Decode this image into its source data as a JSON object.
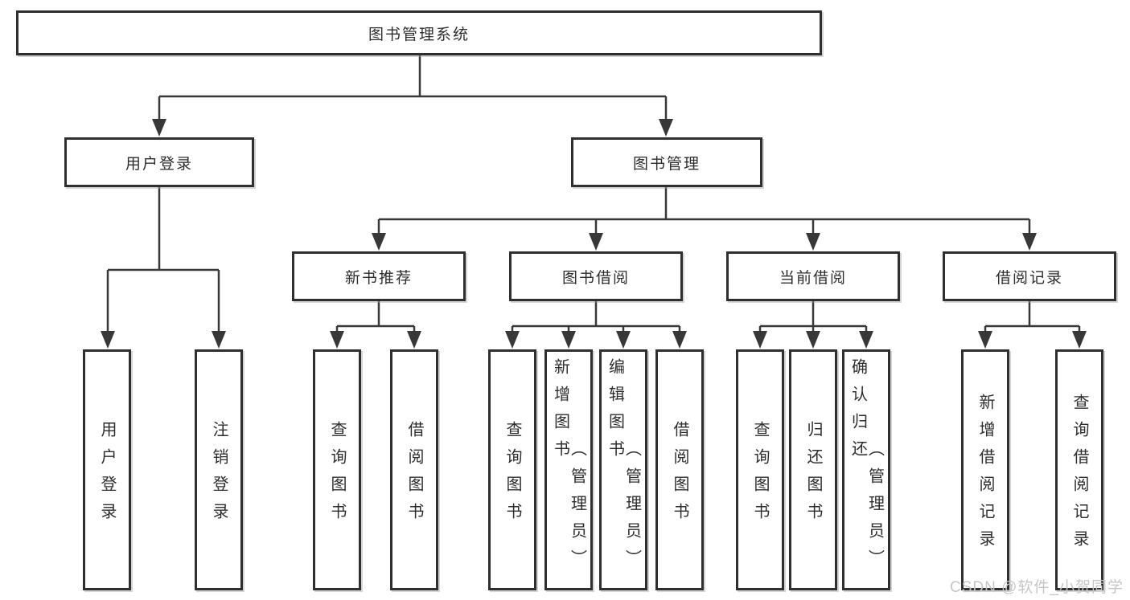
{
  "diagram": {
    "root": {
      "label": "图书管理系统"
    },
    "level2": [
      {
        "label": "用户登录"
      },
      {
        "label": "图书管理"
      }
    ],
    "level3": [
      {
        "label": "新书推荐"
      },
      {
        "label": "图书借阅"
      },
      {
        "label": "当前借阅"
      },
      {
        "label": "借阅记录"
      }
    ],
    "leaves": [
      {
        "label": "用户登录",
        "lines": [
          "用户登录"
        ]
      },
      {
        "label": "注销登录",
        "lines": [
          "注销登录"
        ]
      },
      {
        "label": "查询图书",
        "lines": [
          "查询图书"
        ]
      },
      {
        "label": "借阅图书",
        "lines": [
          "借阅图书"
        ]
      },
      {
        "label": "查询图书",
        "lines": [
          "查询图书"
        ]
      },
      {
        "label": "新增图书（管理员）",
        "lines": [
          "新增图书",
          "（管理员）"
        ]
      },
      {
        "label": "编辑图书（管理员）",
        "lines": [
          "编辑图书",
          "（管理员）"
        ]
      },
      {
        "label": "借阅图书",
        "lines": [
          "借阅图书"
        ]
      },
      {
        "label": "查询图书",
        "lines": [
          "查询图书"
        ]
      },
      {
        "label": "归还图书",
        "lines": [
          "归还图书"
        ]
      },
      {
        "label": "确认归还（管理员）",
        "lines": [
          "确认归还",
          "（管理员）"
        ]
      },
      {
        "label": "新增借阅记录",
        "lines": [
          "新增借阅记录"
        ]
      },
      {
        "label": "查询借阅记录",
        "lines": [
          "查询借阅记录"
        ]
      }
    ]
  },
  "colors": {
    "border": "#2f2f2f",
    "line": "#383838",
    "text": "#2d2d2d",
    "watermark": "#c6c6c6",
    "background": "#ffffff"
  },
  "watermark": {
    "text": "CSDN @软件_小贺同学"
  }
}
